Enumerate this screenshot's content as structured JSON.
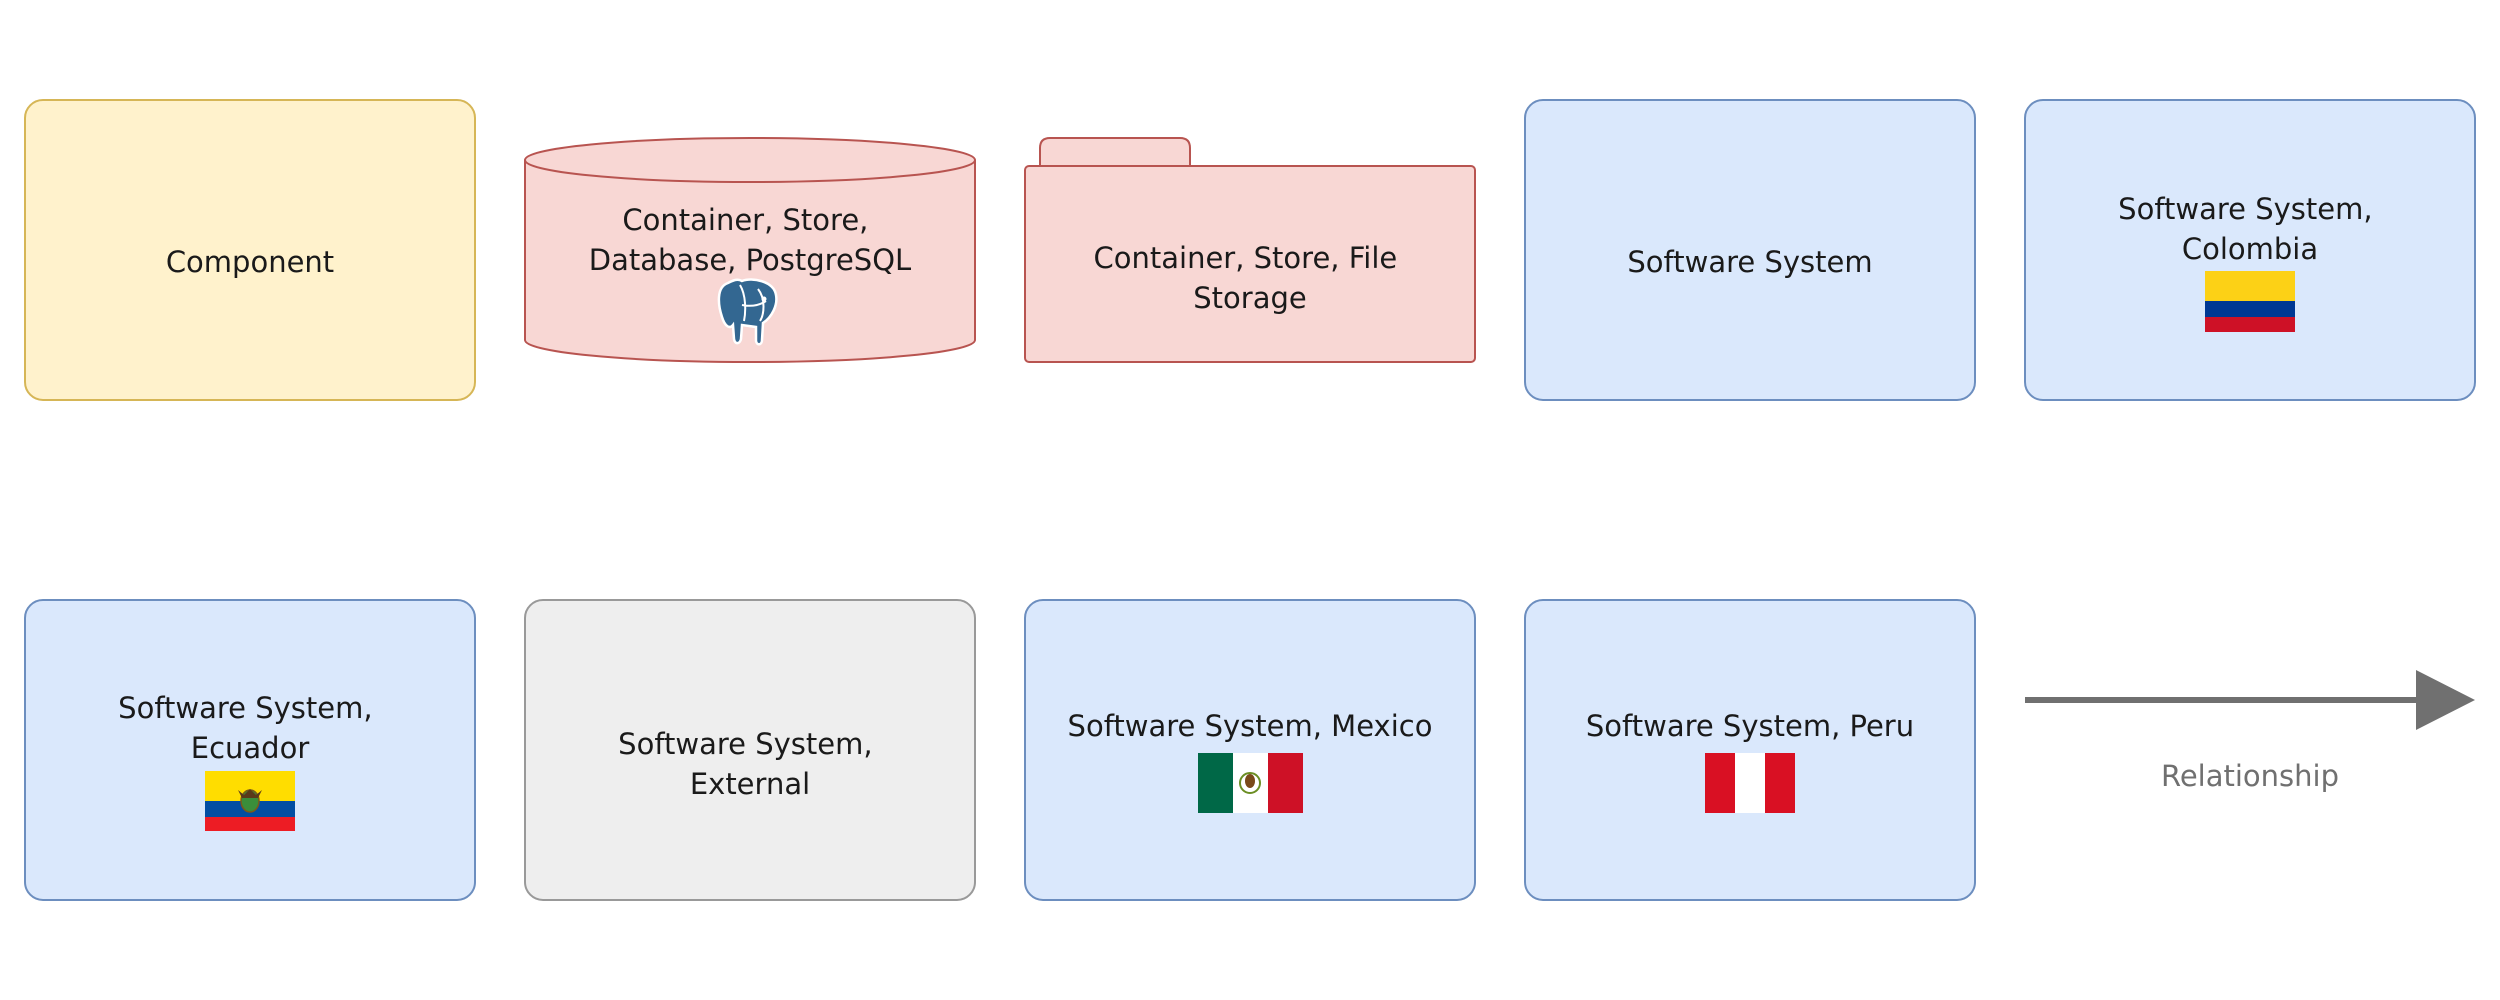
{
  "colors": {
    "component_fill": "#fff2cc",
    "component_stroke": "#d6b656",
    "store_fill": "#f8d7d4",
    "store_stroke": "#b85450",
    "system_fill": "#dae8fc",
    "system_stroke": "#6c8ebf",
    "external_fill": "#eeeeee",
    "external_stroke": "#999999",
    "text": "#1a1a1a",
    "relationship": "#707070",
    "postgres_blue": "#336791"
  },
  "nodes": {
    "component": {
      "lines": [
        "Component"
      ]
    },
    "database": {
      "lines": [
        "Container, Store,",
        "Database, PostgreSQL"
      ],
      "icon": "postgresql-elephant-icon"
    },
    "file_storage": {
      "lines": [
        "Container, Store, File",
        "Storage"
      ]
    },
    "system": {
      "lines": [
        "Software System"
      ]
    },
    "colombia": {
      "lines": [
        "Software System,",
        "Colombia"
      ],
      "icon": "colombia-flag-icon"
    },
    "ecuador": {
      "lines": [
        "Software System,",
        "Ecuador"
      ],
      "icon": "ecuador-flag-icon"
    },
    "external": {
      "lines": [
        "Software System,",
        "External"
      ]
    },
    "mexico": {
      "lines": [
        "Software System, Mexico"
      ],
      "icon": "mexico-flag-icon"
    },
    "peru": {
      "lines": [
        "Software System, Peru"
      ],
      "icon": "peru-flag-icon"
    }
  },
  "relationship": {
    "label": "Relationship"
  }
}
